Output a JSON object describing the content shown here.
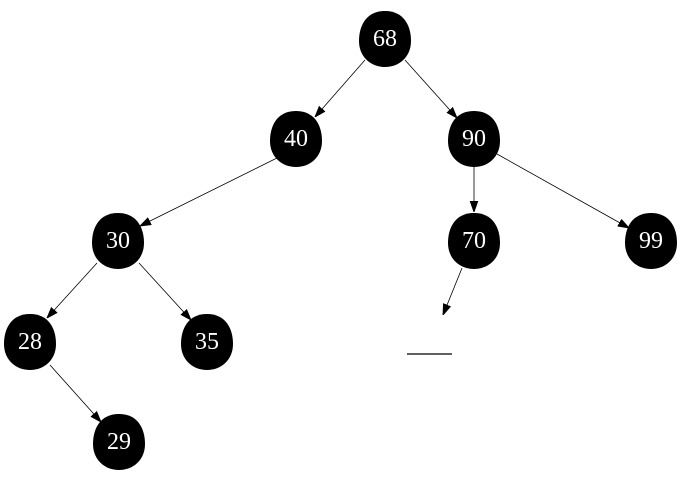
{
  "tree": {
    "nodes": [
      {
        "id": "n68",
        "label": "68"
      },
      {
        "id": "n40",
        "label": "40"
      },
      {
        "id": "n90",
        "label": "90"
      },
      {
        "id": "n30",
        "label": "30"
      },
      {
        "id": "n70",
        "label": "70"
      },
      {
        "id": "n99",
        "label": "99"
      },
      {
        "id": "n28",
        "label": "28"
      },
      {
        "id": "n35",
        "label": "35"
      },
      {
        "id": "n29",
        "label": "29"
      }
    ],
    "edges": [
      {
        "from": "n68",
        "to": "n40"
      },
      {
        "from": "n68",
        "to": "n90"
      },
      {
        "from": "n40",
        "to": "n30"
      },
      {
        "from": "n90",
        "to": "n70"
      },
      {
        "from": "n90",
        "to": "n99"
      },
      {
        "from": "n30",
        "to": "n28"
      },
      {
        "from": "n30",
        "to": "n35"
      },
      {
        "from": "n28",
        "to": "n29"
      },
      {
        "from": "n70",
        "to": "null"
      }
    ]
  },
  "colors": {
    "node_fill": "#000000",
    "node_text": "#ffffff",
    "edge": "#000000",
    "background": "#ffffff"
  }
}
